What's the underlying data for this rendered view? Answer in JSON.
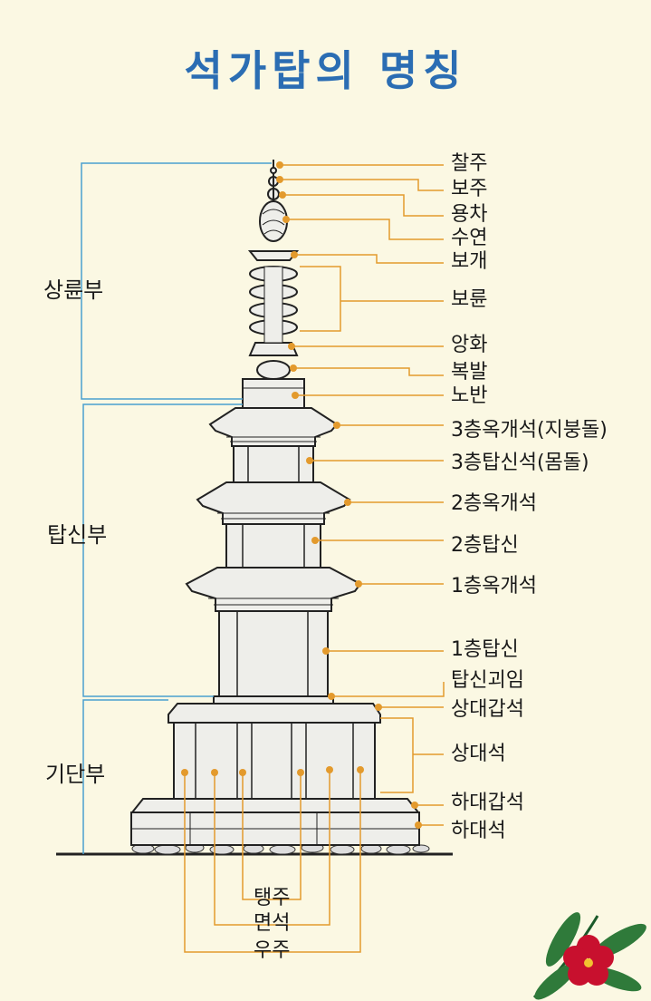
{
  "title": "석가탑의 명칭",
  "sections": {
    "sangryun": "상륜부",
    "tapsin": "탑신부",
    "gidan": "기단부"
  },
  "parts": {
    "chalju": "찰주",
    "boju": "보주",
    "yongcha": "용차",
    "suyeon": "수연",
    "bogae": "보개",
    "boryun": "보륜",
    "anghwa": "앙화",
    "bokbal": "복발",
    "noban": "노반",
    "okgae3": "3층옥개석(지붕돌)",
    "tapsin3": "3층탑신석(몸돌)",
    "okgae2": "2층옥개석",
    "tapsin2": "2층탑신",
    "okgae1": "1층옥개석",
    "tapsin1": "1층탑신",
    "tapsingoim": "탑신괴임",
    "sangdaegap": "상대갑석",
    "sangdae": "상대석",
    "hadaegap": "하대갑석",
    "hadae": "하대석",
    "taengju": "탱주",
    "myeonseok": "면석",
    "uju": "우주"
  },
  "colors": {
    "background": "#fbf8e3",
    "title": "#2b6db3",
    "leader": "#e39a2d",
    "bracket": "#4a9fd0",
    "stone": "#eeeeea",
    "outline": "#222222"
  },
  "icons": [
    "flower-icon"
  ]
}
